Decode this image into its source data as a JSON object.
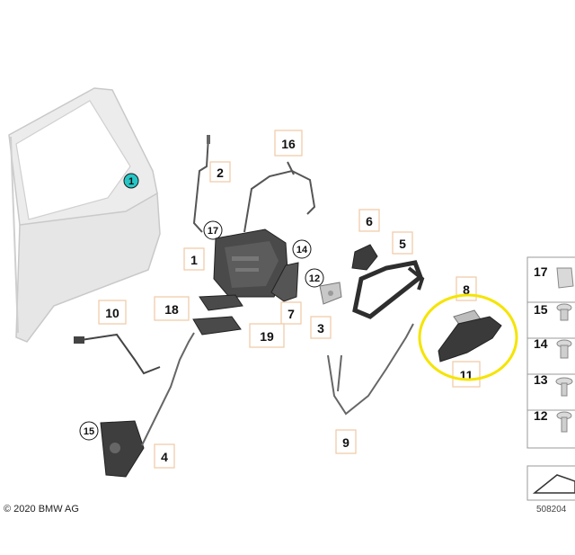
{
  "diagram": {
    "copyright": "© 2020 BMW AG",
    "reference": "508204",
    "callouts": [
      "1",
      "2",
      "16",
      "17",
      "14",
      "1",
      "12",
      "6",
      "5",
      "10",
      "18",
      "7",
      "3",
      "8",
      "19",
      "11",
      "15",
      "4",
      "9"
    ],
    "side_panel": [
      "17",
      "15",
      "14",
      "13",
      "12"
    ],
    "colors": {
      "highlight_ring": "#f5e400",
      "callout_teal": "#27c6c6",
      "box_outline": "#f1c9a3",
      "part_dark": "#3a3a3a",
      "door_fill": "#e9e9e9"
    }
  }
}
